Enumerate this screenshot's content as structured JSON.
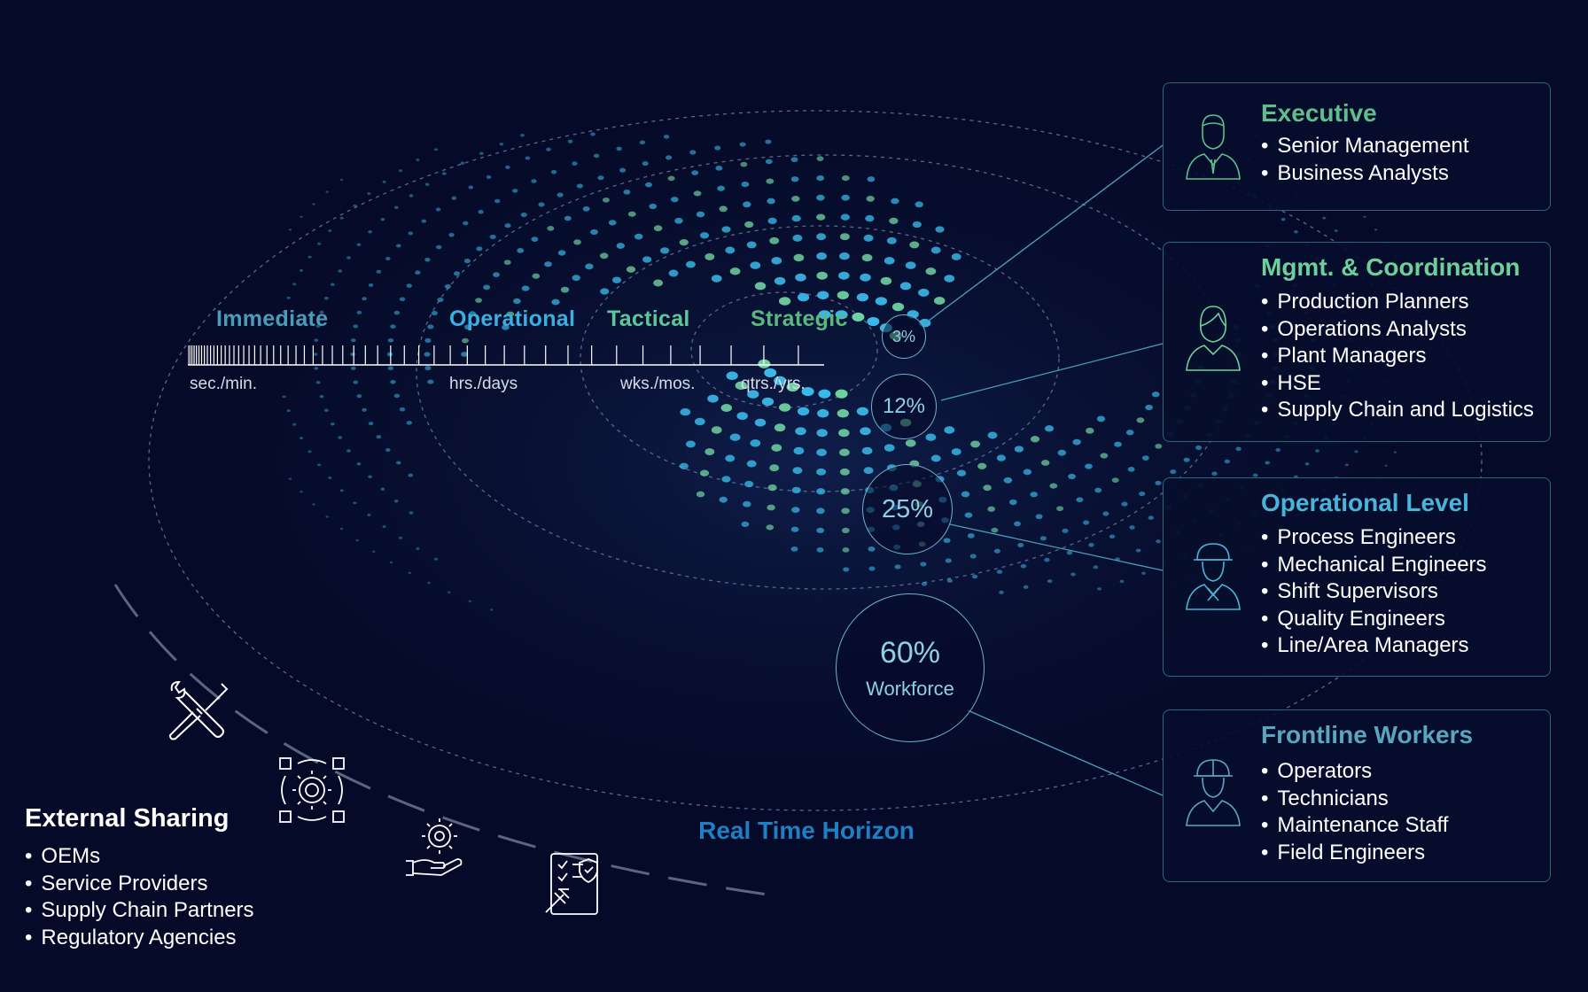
{
  "timeline": {
    "categories": [
      {
        "label": "Immediate",
        "color": "#4a9cb8"
      },
      {
        "label": "Operational",
        "color": "#3ab0e0"
      },
      {
        "label": "Tactical",
        "color": "#5cc89a"
      },
      {
        "label": "Strategic",
        "color": "#5ab87e"
      }
    ],
    "units": [
      "sec./min.",
      "hrs./days",
      "wks./mos.",
      "qtrs./yrs."
    ]
  },
  "percentages": [
    {
      "value": "3%",
      "sub": ""
    },
    {
      "value": "12%",
      "sub": ""
    },
    {
      "value": "25%",
      "sub": ""
    },
    {
      "value": "60%",
      "sub": "Workforce"
    }
  ],
  "panels": [
    {
      "title": "Executive",
      "color": "#5fbf8a",
      "icon": "executive-person-icon",
      "items": [
        "Senior Management",
        "Business Analysts"
      ]
    },
    {
      "title": "Mgmt. & Coordination",
      "color": "#6fcf9a",
      "icon": "female-manager-icon",
      "items": [
        "Production Planners",
        "Operations Analysts",
        "Plant Managers",
        "HSE",
        "Supply Chain and Logistics"
      ]
    },
    {
      "title": "Operational Level",
      "color": "#4ab4d8",
      "icon": "hardhat-engineer-icon",
      "items": [
        "Process Engineers",
        "Mechanical Engineers",
        "Shift Supervisors",
        "Quality Engineers",
        "Line/Area Managers"
      ]
    },
    {
      "title": "Frontline Workers",
      "color": "#5aa6bf",
      "icon": "hardhat-worker-icon",
      "items": [
        "Operators",
        "Technicians",
        "Maintenance Staff",
        "Field Engineers"
      ]
    }
  ],
  "external": {
    "title": "External Sharing",
    "items": [
      "OEMs",
      "Service Providers",
      "Supply Chain Partners",
      "Regulatory Agencies"
    ],
    "icons": [
      "wrench-screwdriver-icon",
      "gear-network-icon",
      "hand-gear-icon",
      "compliance-document-icon"
    ]
  },
  "horizon_label": "Real Time Horizon",
  "colors": {
    "background": "#050a28",
    "dot_blue": "#3ab8e8",
    "dot_green": "#6fd0a0",
    "panel_border": "#2a6a78"
  }
}
